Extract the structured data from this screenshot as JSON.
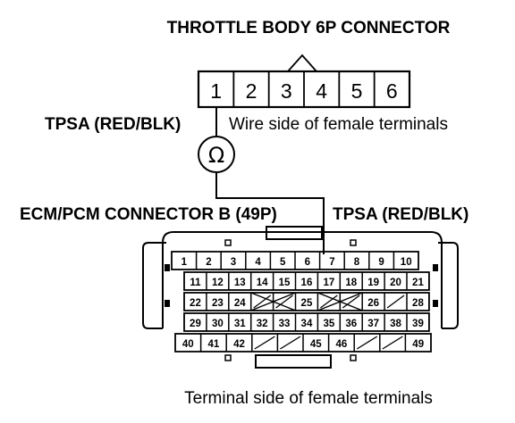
{
  "labels": {
    "top_connector_title": "THROTTLE BODY 6P CONNECTOR",
    "wire_side": "Wire side of female terminals",
    "tpsa_left": "TPSA (RED/BLK)",
    "ohm_symbol": "Ω",
    "ecm_connector_title": "ECM/PCM CONNECTOR B (49P)",
    "tpsa_right": "TPSA (RED/BLK)",
    "terminal_side": "Terminal side of female terminals"
  },
  "connector_6p": {
    "pins": [
      "1",
      "2",
      "3",
      "4",
      "5",
      "6"
    ]
  },
  "connector_49p": {
    "rows": [
      [
        "1",
        "2",
        "3",
        "4",
        "5",
        "6",
        "7",
        "8",
        "9",
        "10"
      ],
      [
        "11",
        "12",
        "13",
        "14",
        "15",
        "16",
        "17",
        "18",
        "19",
        "20",
        "21"
      ],
      [
        "22",
        "23",
        "24",
        "",
        "",
        "25",
        "",
        "",
        "26",
        "",
        "28"
      ],
      [
        "29",
        "30",
        "31",
        "32",
        "33",
        "34",
        "35",
        "36",
        "37",
        "38",
        "39"
      ],
      [
        "40",
        "41",
        "42",
        "",
        "",
        "45",
        "46",
        "",
        "",
        "49"
      ]
    ]
  }
}
